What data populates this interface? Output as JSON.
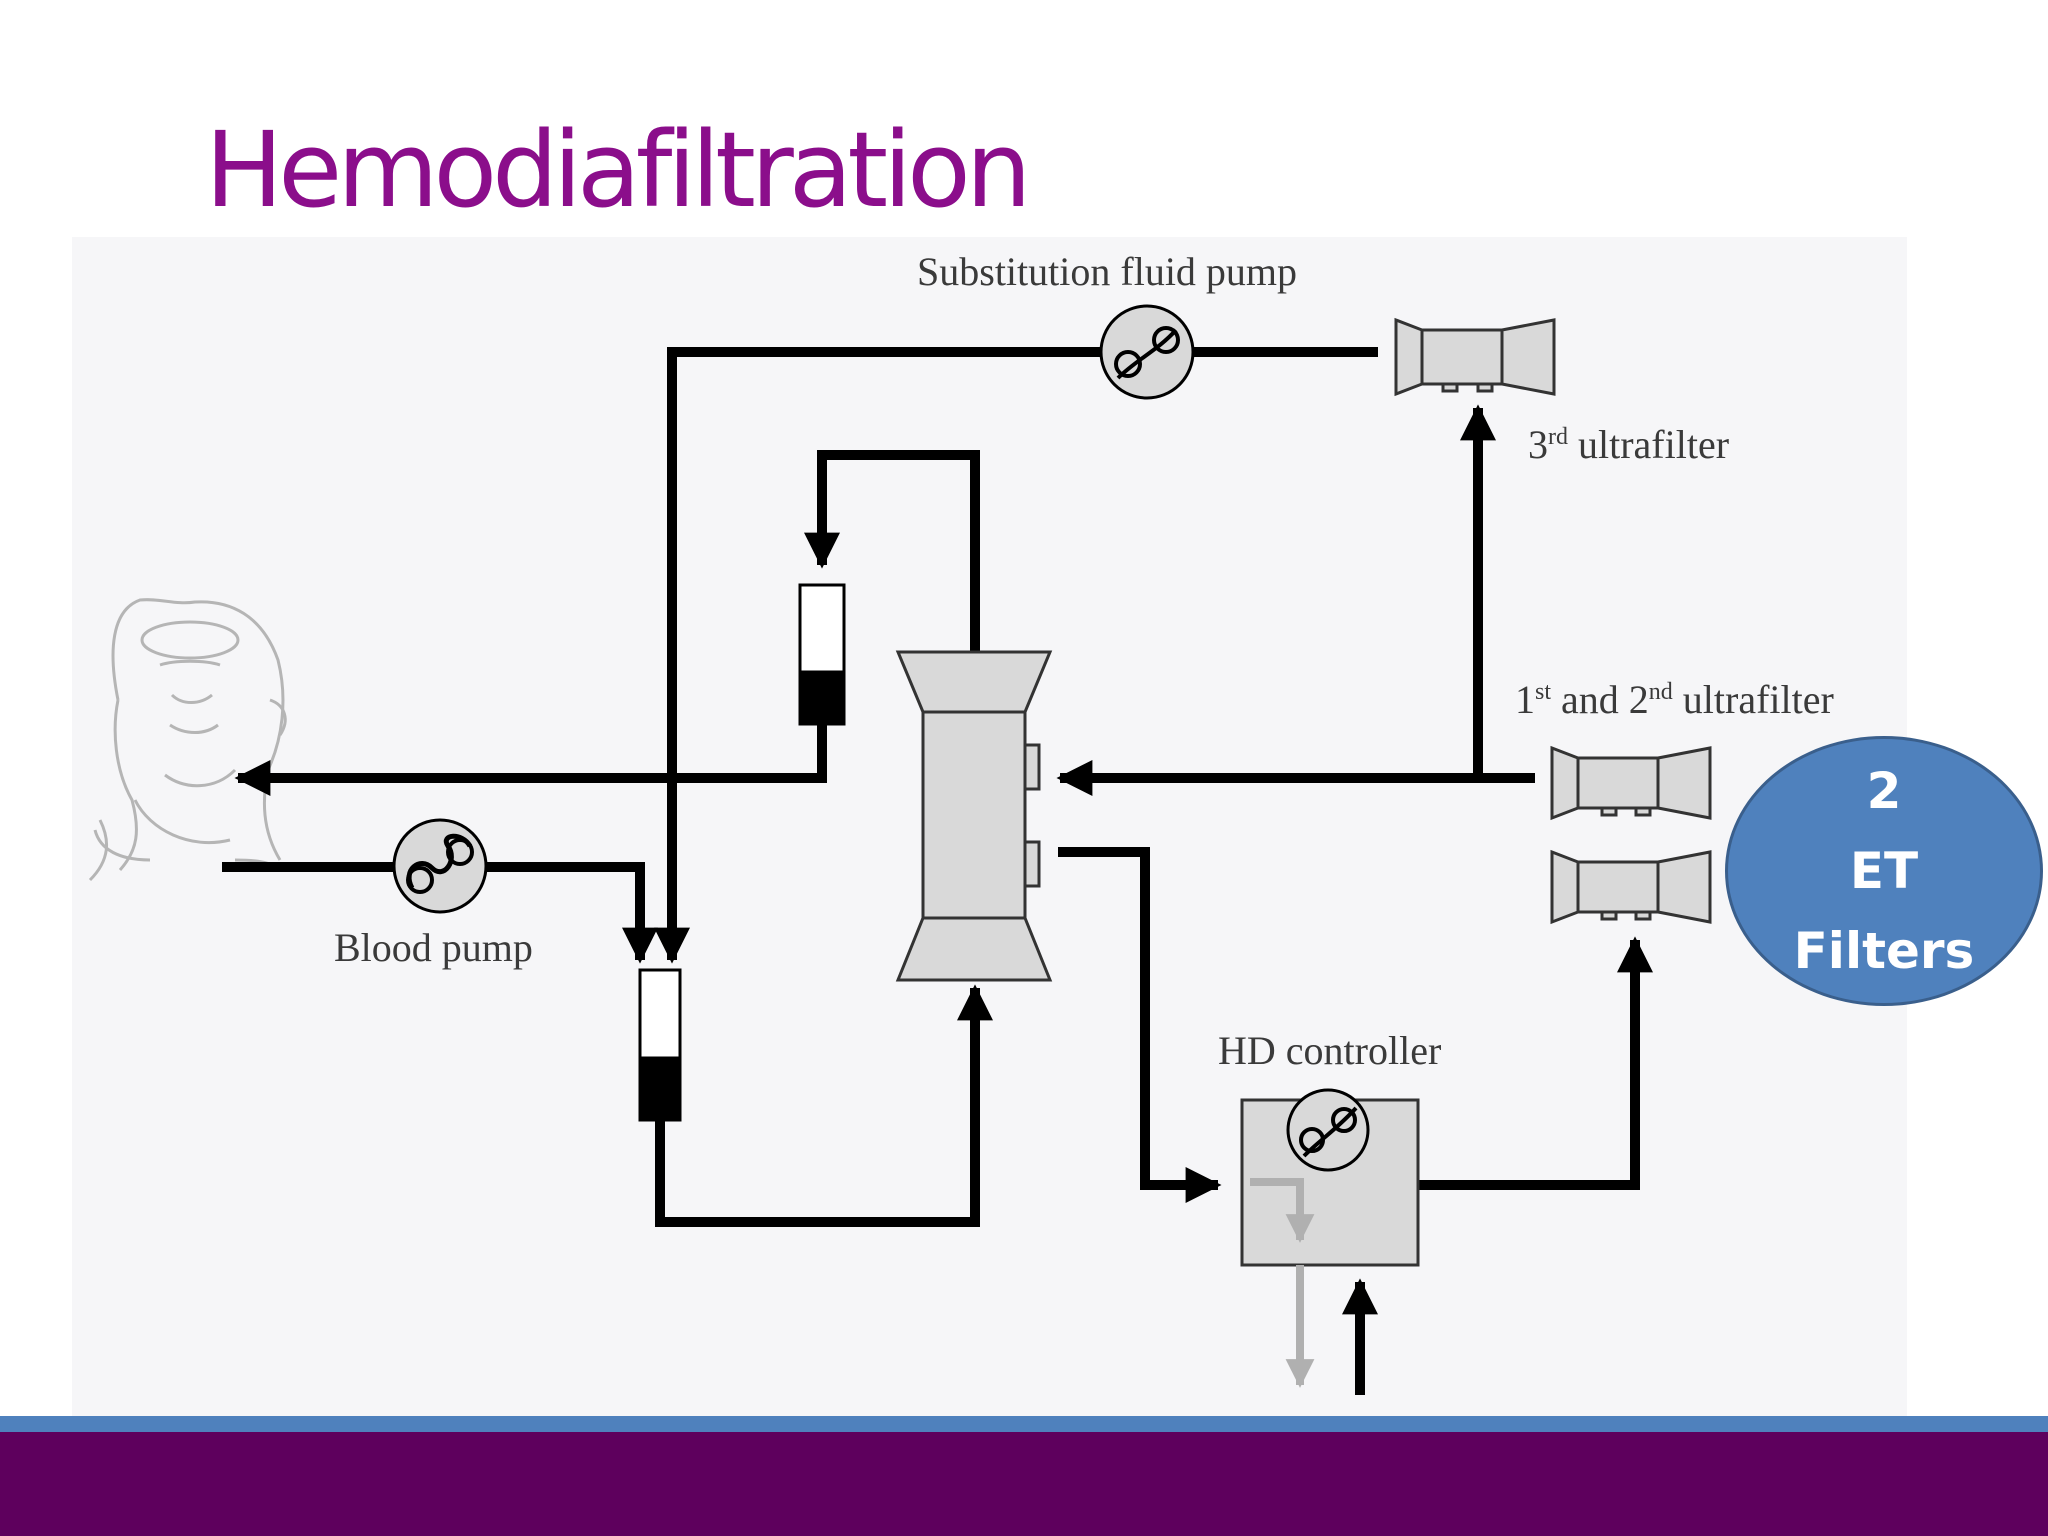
{
  "slide": {
    "title": "Hemodiafiltration"
  },
  "diagram": {
    "labels": {
      "substitution_pump": "Substitution fluid pump",
      "third_filter_num": "3",
      "third_filter_sup": "rd",
      "third_filter_text": " ultrafilter",
      "first_num": "1",
      "first_sup": "st",
      "and_text": " and 2",
      "second_sup": "nd",
      "first_second_text": " ultrafilter",
      "blood_pump": "Blood pump",
      "hd_controller": "HD controller"
    }
  },
  "badge": {
    "line1": "2",
    "line2": "ET",
    "line3": "Filters"
  },
  "colors": {
    "title": "#8b0e8b",
    "badge_fill": "#4f81bd",
    "footer_stripe": "#4f81bd",
    "footer_bar": "#5e005d",
    "line": "#000000",
    "component_fill": "#d9d9d9"
  }
}
